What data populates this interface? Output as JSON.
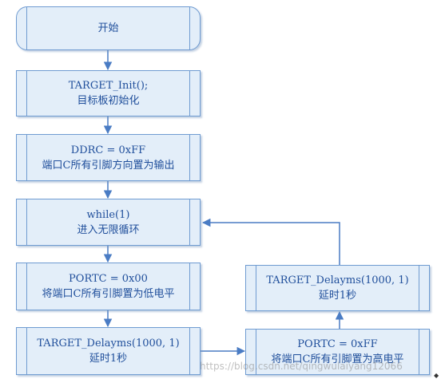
{
  "nodes": {
    "start": {
      "lines": [
        "开始"
      ]
    },
    "init": {
      "lines": [
        "TARGET_Init();",
        "目标板初始化"
      ]
    },
    "ddrc": {
      "lines": [
        "DDRC = 0xFF",
        "端口C所有引脚方向置为输出"
      ]
    },
    "loop": {
      "lines": [
        "while(1)",
        "进入无限循环"
      ]
    },
    "portc_low": {
      "lines": [
        "PORTC = 0x00",
        "将端口C所有引脚置为低电平"
      ]
    },
    "delay_left": {
      "lines": [
        "TARGET_Delayms(1000, 1)",
        "延时1秒"
      ]
    },
    "portc_high": {
      "lines": [
        "PORTC = 0xFF",
        "将端口C所有引脚置为高电平"
      ]
    },
    "delay_right": {
      "lines": [
        "TARGET_Delayms(1000, 1)",
        "延时1秒"
      ]
    }
  },
  "watermark": "https://blog.csdn.net/qingwulaiyang12066",
  "colors": {
    "box_fill": "#e3eef9",
    "box_border": "#6f9bd1",
    "text": "#1f4e9b",
    "arrow": "#4a7cc4"
  }
}
